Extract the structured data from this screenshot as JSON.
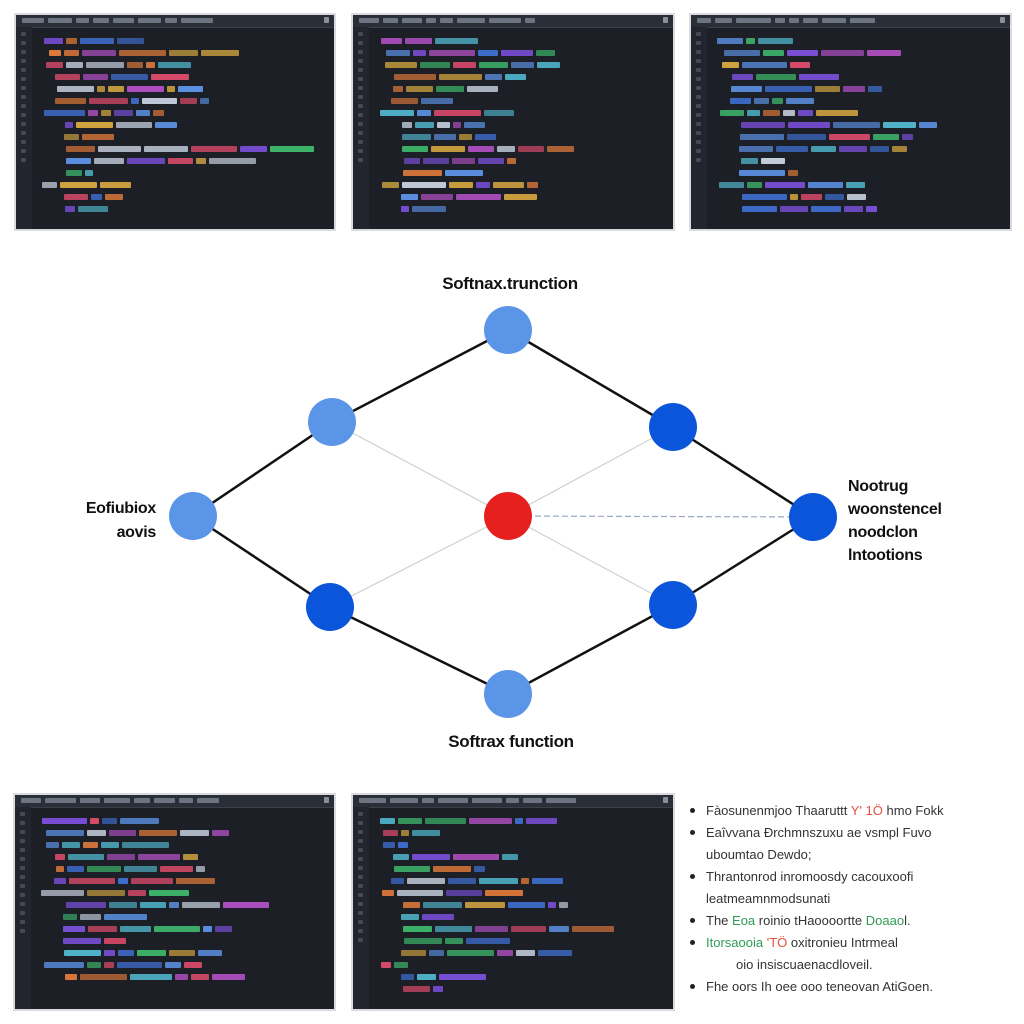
{
  "diagram": {
    "labels": {
      "top": "Softnax.trunction",
      "bottom": "Softrax function",
      "left": [
        "Eofiubiox",
        "aovis"
      ],
      "right": [
        "Nootrug",
        "woonstencel",
        "noodclon",
        "lntootions"
      ]
    },
    "nodes": [
      {
        "id": "top",
        "color": "#5b95e8"
      },
      {
        "id": "upper-left",
        "color": "#5b95e8"
      },
      {
        "id": "upper-right",
        "color": "#0b55db"
      },
      {
        "id": "left",
        "color": "#5b95e8"
      },
      {
        "id": "center",
        "color": "#e5201f"
      },
      {
        "id": "right",
        "color": "#0b55db"
      },
      {
        "id": "lower-left",
        "color": "#0b55db"
      },
      {
        "id": "lower-right",
        "color": "#0b55db"
      },
      {
        "id": "bottom",
        "color": "#5b95e8"
      }
    ],
    "edges": [
      {
        "from": "left",
        "to": "upper-left",
        "style": "solid"
      },
      {
        "from": "upper-left",
        "to": "top",
        "style": "solid"
      },
      {
        "from": "top",
        "to": "upper-right",
        "style": "solid"
      },
      {
        "from": "upper-right",
        "to": "right",
        "style": "solid"
      },
      {
        "from": "left",
        "to": "lower-left",
        "style": "solid"
      },
      {
        "from": "lower-left",
        "to": "bottom",
        "style": "solid"
      },
      {
        "from": "bottom",
        "to": "lower-right",
        "style": "solid"
      },
      {
        "from": "lower-right",
        "to": "right",
        "style": "solid"
      },
      {
        "from": "upper-left",
        "to": "center",
        "style": "light"
      },
      {
        "from": "upper-right",
        "to": "center",
        "style": "light"
      },
      {
        "from": "lower-left",
        "to": "center",
        "style": "light"
      },
      {
        "from": "lower-right",
        "to": "center",
        "style": "light"
      },
      {
        "from": "center",
        "to": "right",
        "style": "dashed"
      }
    ]
  },
  "colors": {
    "panel_bg": "#1c1f26",
    "solid_edge": "#111111",
    "light_edge": "#d0d0d0",
    "dashed_edge": "#9aa7c2",
    "token_palette": [
      "#5b8fe0",
      "#3f6fd0",
      "#b04fc2",
      "#d4a640",
      "#e07a3a",
      "#3db36a",
      "#c9d2e0",
      "#7a4fd8",
      "#d84a6a",
      "#4fb3c9"
    ]
  },
  "notes": {
    "items": [
      {
        "text": "Fàosunenmjoo Thaaruttt",
        "highlight": "Y' 1Ö",
        "highlight_color": "red",
        "rest": "hmo Fokk"
      },
      {
        "text": "Eaîvvana Ðrchmnszuxu ae vsmpl Fuvo",
        "cont": "uboumtao Dewdo;"
      },
      {
        "text": "Thrantonrod inromoosdy cacouxoofi",
        "cont": "leatmeamnmodsunati"
      },
      {
        "text": "The",
        "highlight": "Eoa",
        "highlight_color": "green",
        "rest": "roinio tHaoooortte",
        "highlight2": "Doaao",
        "rest2": "l."
      },
      {
        "text": "Itorsaooia",
        "highlight": "'TÖ",
        "highlight_color": "red",
        "rest": "oxitronieu Intrmeal",
        "cont": "oio insiscuaenacdloveil."
      },
      {
        "text": "Fhe oors Ih oee ooo teneovan AtiGoen."
      }
    ]
  },
  "code_panels": [
    {
      "id": "p1",
      "lines": 15
    },
    {
      "id": "p2",
      "lines": 15
    },
    {
      "id": "p3",
      "lines": 15
    },
    {
      "id": "p4",
      "lines": 14
    },
    {
      "id": "p5",
      "lines": 15
    }
  ]
}
